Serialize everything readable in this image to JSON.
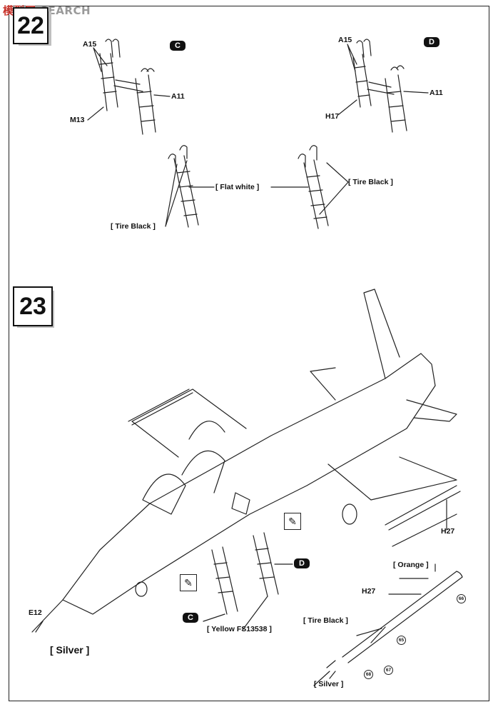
{
  "watermark": {
    "brand_cn": "模型网",
    "brand_en": "SEARCH"
  },
  "steps": [
    {
      "number": "22"
    },
    {
      "number": "23"
    }
  ],
  "step22": {
    "sub_c": {
      "badge": "C",
      "parts": {
        "a15": "A15",
        "a11": "A11",
        "m13": "M13"
      }
    },
    "sub_d": {
      "badge": "D",
      "parts": {
        "a15": "A15",
        "a11": "A11",
        "h17": "H17"
      }
    },
    "paint": {
      "flat_white": "[ Flat white ]",
      "tire_black_left": "[ Tire Black ]",
      "tire_black_right": "[ Tire Black ]"
    }
  },
  "step23": {
    "parts": {
      "h27_top": "H27",
      "h27_bottom": "H27",
      "e12": "E12"
    },
    "badges": {
      "c": "C",
      "d": "D"
    },
    "paint": {
      "yellow": "[ Yellow  FS13538 ]",
      "silver_nose": "[ Silver ]",
      "orange": "[ Orange ]",
      "tire_black": "[ Tire Black ]",
      "silver_probe": "[ Silver ]"
    },
    "callouts": {
      "n66": "66",
      "n65": "65",
      "n68": "68",
      "n67": "67"
    }
  }
}
